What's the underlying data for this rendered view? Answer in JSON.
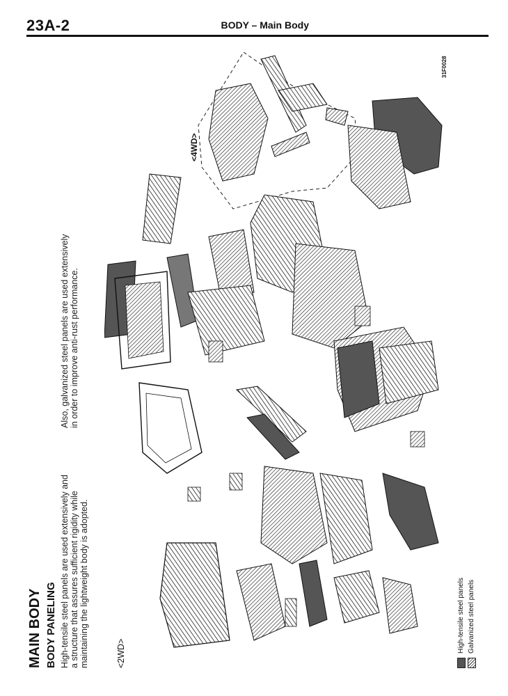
{
  "header": {
    "page_number": "23A-2",
    "running_title": "BODY – Main Body"
  },
  "section": {
    "heading": "MAIN BODY",
    "subheading": "BODY PANELING"
  },
  "body_text": {
    "para1_lines": [
      "High-tensile steel panels are used extensively and",
      "a structure that assures sufficient rigidity while",
      "maintaining the lightweight body is adopted."
    ],
    "para2_lines": [
      "Also, galvanized steel panels are used extensively",
      "in order to improve anti-rust performance."
    ]
  },
  "figure": {
    "label_2wd": "<2WD>",
    "label_4wd": "<4WD>",
    "code": "31F0028"
  },
  "legend": {
    "high_tensile": "High-tensile steel panels",
    "galvanized": "Galvanized steel panels"
  },
  "colors": {
    "ink": "#111111",
    "high_tensile_fill": "#555555"
  }
}
